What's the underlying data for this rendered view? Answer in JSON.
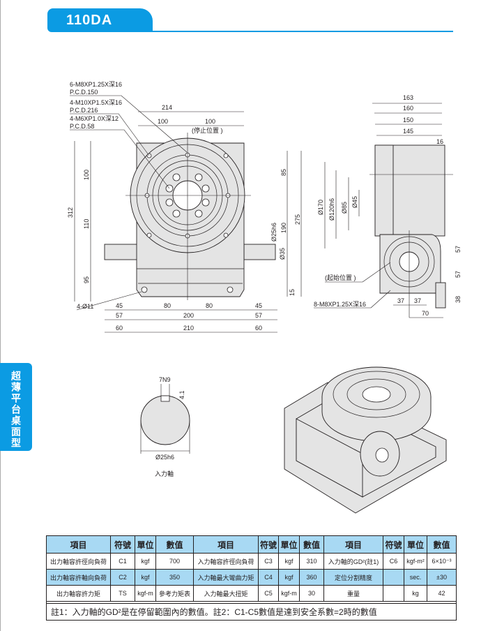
{
  "header": {
    "model": "110DA"
  },
  "side_tab": {
    "label": "超薄平台桌面型"
  },
  "front_view": {
    "callouts": [
      "6-M8XP1.25X深16",
      "P.C.D.150",
      "4-M10XP1.5X深16",
      "P.C.D.216",
      "4-M6XP1.0X深12",
      "P.C.D.58"
    ],
    "stop_position": "(停止位置 )",
    "dims": {
      "w214": "214",
      "w100a": "100",
      "w100b": "100",
      "h312": "312",
      "h100": "100",
      "h110": "110",
      "h95": "95",
      "h85": "85",
      "h275": "275",
      "h190": "190",
      "shaft": "Ø25h6",
      "d35": "Ø35",
      "h15": "15",
      "holes": "4-Ø11",
      "b45a": "45",
      "b80a": "80",
      "b80b": "80",
      "b45b": "45",
      "b57a": "57",
      "b200": "200",
      "b57b": "57",
      "b60a": "60",
      "b210": "210",
      "b60b": "60"
    }
  },
  "side_view": {
    "dims": {
      "w163": "163",
      "w160": "160",
      "w150": "150",
      "w145": "145",
      "w16": "16",
      "d170": "Ø170",
      "d120": "Ø120h6",
      "d85": "Ø85",
      "d45": "Ø45",
      "h57a": "57",
      "h57b": "57",
      "h38": "38",
      "w37a": "37",
      "w37b": "37",
      "w70": "70"
    },
    "start_position": "(起始位置 )",
    "callout": "8-M8XP1.25X深16"
  },
  "shaft_detail": {
    "keyway": "7N9",
    "depth": "4.1",
    "diameter": "Ø25h6",
    "caption": "入力軸"
  },
  "spec_table": {
    "headers": [
      "項目",
      "符號",
      "單位",
      "數值",
      "項目",
      "符號",
      "單位",
      "數值",
      "項目",
      "符號",
      "單位",
      "數值"
    ],
    "rows": [
      [
        "出力軸容許徑向負荷",
        "C1",
        "kgf",
        "700",
        "入力軸容許徑向負荷",
        "C3",
        "kgf",
        "310",
        "入力軸的GD²(註1)",
        "C6",
        "kgf-m²",
        "6×10⁻³"
      ],
      [
        "出力軸容許軸向負荷",
        "C2",
        "kgf",
        "350",
        "入力軸最大彎曲力矩",
        "C4",
        "kgf",
        "360",
        "定位分割精度",
        "",
        "sec.",
        "±30"
      ],
      [
        "出力軸容許力矩",
        "TS",
        "kgf-m",
        "參考力矩表",
        "入力軸最大扭矩",
        "C5",
        "kgf-m",
        "30",
        "重量",
        "",
        "kg",
        "42"
      ]
    ],
    "note": "註1：入力軸的GD²是在停留範圍內的數值。註2：C1-C5數值是達到安全系數=2時的數值"
  },
  "colors": {
    "accent": "#0b9be3",
    "table_header": "#a8d9f3"
  }
}
